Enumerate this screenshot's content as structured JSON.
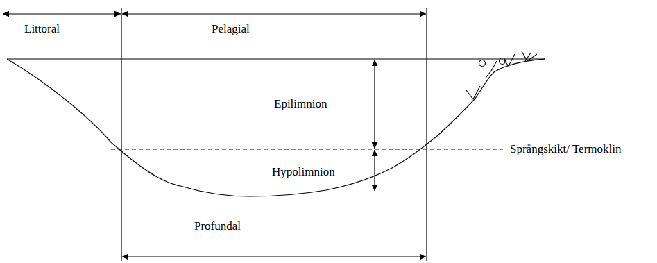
{
  "diagram": {
    "labels": [
      "Littoral",
      "Pelagial",
      "Epilimnion",
      "Språngskikt/ Termoklin",
      "Hypolimnion",
      "Profundal"
    ]
  }
}
